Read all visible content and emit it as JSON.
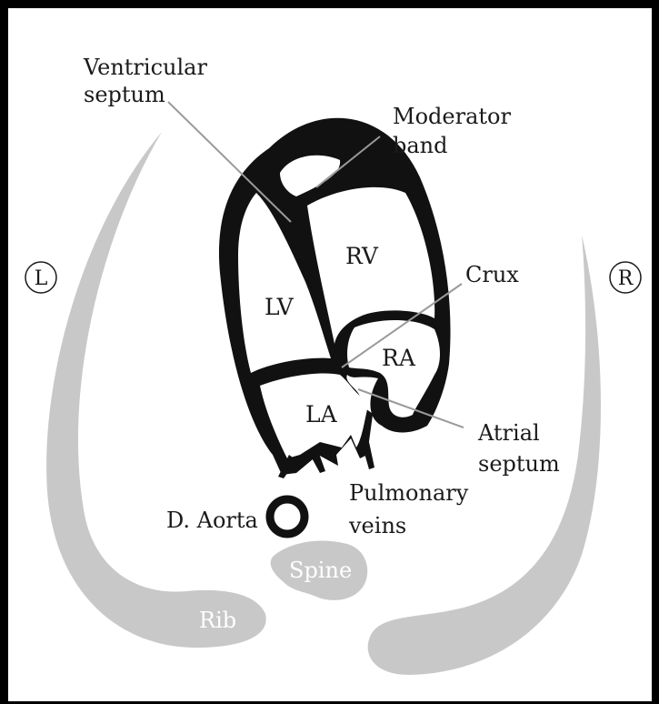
{
  "labels": {
    "ventricular_septum_1": "Ventricular",
    "ventricular_septum_2": "septum",
    "moderator_band_1": "Moderator",
    "moderator_band_2": "band",
    "rv": "RV",
    "lv": "LV",
    "ra": "RA",
    "la": "LA",
    "crux": "Crux",
    "atrial_septum_1": "Atrial",
    "atrial_septum_2": "septum",
    "pulmonary_veins_1": "Pulmonary",
    "pulmonary_veins_2": "veins",
    "d_aorta": "D. Aorta",
    "spine": "Spine",
    "rib": "Rib",
    "left_marker": "L",
    "right_marker": "R"
  },
  "colors": {
    "heart_wall": "#111111",
    "bone": "#c8c8c8",
    "leader_line": "#9a9a9a",
    "frame": "#000000"
  }
}
